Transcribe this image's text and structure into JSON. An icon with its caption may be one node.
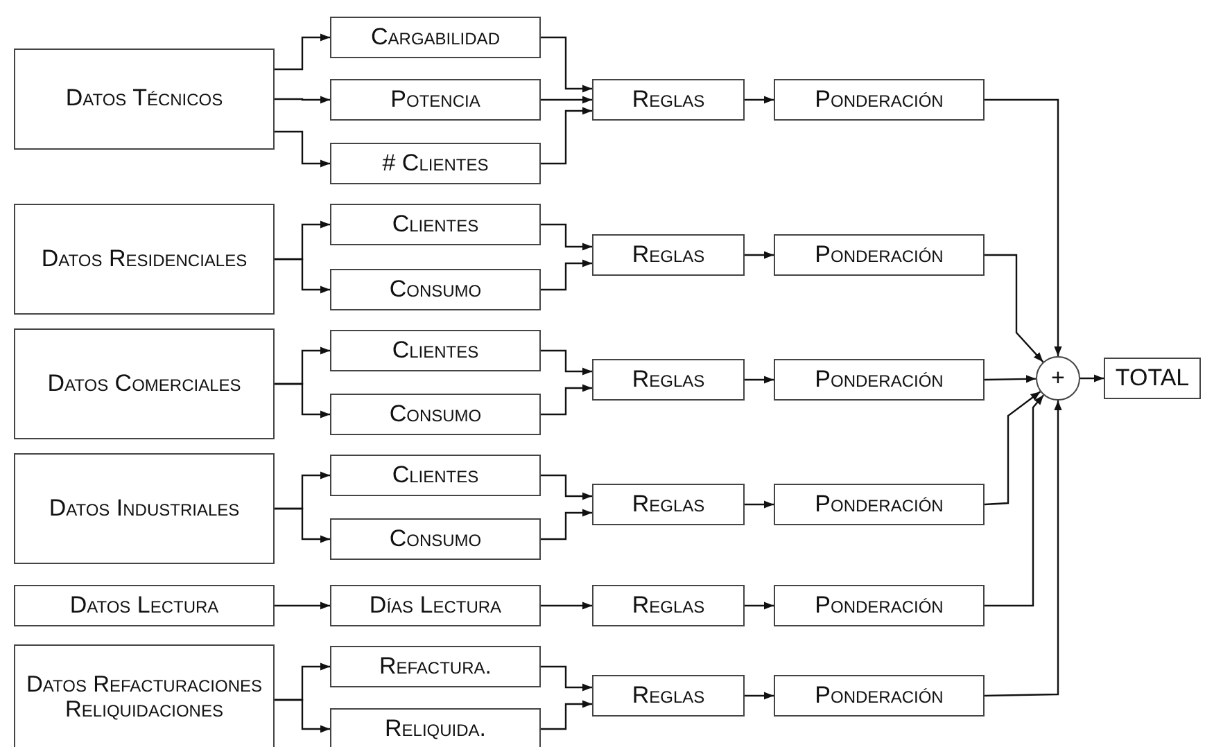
{
  "diagram": {
    "nodes": [
      {
        "text": [
          "Datos Técnicos"
        ]
      },
      {
        "text": [
          "Cargabilidad"
        ]
      },
      {
        "text": [
          "Potencia"
        ]
      },
      {
        "text": [
          "# Clientes"
        ]
      },
      {
        "text": [
          "Reglas"
        ]
      },
      {
        "text": [
          "Ponderación"
        ]
      },
      {
        "text": [
          "Datos Residenciales"
        ]
      },
      {
        "text": [
          "Clientes"
        ]
      },
      {
        "text": [
          "Consumo"
        ]
      },
      {
        "text": [
          "Reglas"
        ]
      },
      {
        "text": [
          "Ponderación"
        ]
      },
      {
        "text": [
          "Datos Comerciales"
        ]
      },
      {
        "text": [
          "Clientes"
        ]
      },
      {
        "text": [
          "Consumo"
        ]
      },
      {
        "text": [
          "Reglas"
        ]
      },
      {
        "text": [
          "Ponderación"
        ]
      },
      {
        "text": [
          "Datos Industriales"
        ]
      },
      {
        "text": [
          "Clientes"
        ]
      },
      {
        "text": [
          "Consumo"
        ]
      },
      {
        "text": [
          "Reglas"
        ]
      },
      {
        "text": [
          "Ponderación"
        ]
      },
      {
        "text": [
          "Datos Lectura"
        ]
      },
      {
        "text": [
          "Días Lectura"
        ]
      },
      {
        "text": [
          "Reglas"
        ]
      },
      {
        "text": [
          "Ponderación"
        ]
      },
      {
        "text": [
          "Datos Refacturaciones Reliquidaciones"
        ]
      },
      {
        "text": [
          "Refactura."
        ]
      },
      {
        "text": [
          "Reliquida."
        ]
      },
      {
        "text": [
          "Reglas"
        ]
      },
      {
        "text": [
          "Ponderación"
        ]
      },
      {
        "text": [
          "+"
        ]
      },
      {
        "text": [
          "TOTAL"
        ]
      }
    ],
    "edges": [
      {
        "from": 0,
        "to": 1,
        "arrow": "to"
      },
      {
        "from": 0,
        "to": 2,
        "arrow": "to"
      },
      {
        "from": 0,
        "to": 3,
        "arrow": "to"
      },
      {
        "from": 1,
        "to": 4,
        "arrow": "to"
      },
      {
        "from": 2,
        "to": 4,
        "arrow": "to"
      },
      {
        "from": 3,
        "to": 4,
        "arrow": "to"
      },
      {
        "from": 4,
        "to": 5,
        "arrow": "to"
      },
      {
        "from": 6,
        "to": 7,
        "arrow": "to"
      },
      {
        "from": 6,
        "to": 8,
        "arrow": "to"
      },
      {
        "from": 7,
        "to": 9,
        "arrow": "to"
      },
      {
        "from": 8,
        "to": 9,
        "arrow": "to"
      },
      {
        "from": 9,
        "to": 10,
        "arrow": "to"
      },
      {
        "from": 11,
        "to": 12,
        "arrow": "to"
      },
      {
        "from": 11,
        "to": 13,
        "arrow": "to"
      },
      {
        "from": 12,
        "to": 14,
        "arrow": "to"
      },
      {
        "from": 13,
        "to": 14,
        "arrow": "to"
      },
      {
        "from": 14,
        "to": 15,
        "arrow": "to"
      },
      {
        "from": 16,
        "to": 17,
        "arrow": "to"
      },
      {
        "from": 16,
        "to": 18,
        "arrow": "to"
      },
      {
        "from": 17,
        "to": 19,
        "arrow": "to"
      },
      {
        "from": 18,
        "to": 19,
        "arrow": "to"
      },
      {
        "from": 19,
        "to": 20,
        "arrow": "to"
      },
      {
        "from": 21,
        "to": 22,
        "arrow": "to"
      },
      {
        "from": 22,
        "to": 23,
        "arrow": "to"
      },
      {
        "from": 23,
        "to": 24,
        "arrow": "to"
      },
      {
        "from": 25,
        "to": 26,
        "arrow": "to"
      },
      {
        "from": 25,
        "to": 27,
        "arrow": "to"
      },
      {
        "from": 26,
        "to": 28,
        "arrow": "to"
      },
      {
        "from": 27,
        "to": 28,
        "arrow": "to"
      },
      {
        "from": 28,
        "to": 29,
        "arrow": "to"
      },
      {
        "from": 5,
        "to": 30,
        "arrow": "to"
      },
      {
        "from": 10,
        "to": 30,
        "arrow": "to"
      },
      {
        "from": 15,
        "to": 30,
        "arrow": "to"
      },
      {
        "from": 20,
        "to": 30,
        "arrow": "to"
      },
      {
        "from": 24,
        "to": 30,
        "arrow": "to"
      },
      {
        "from": 29,
        "to": 30,
        "arrow": "to"
      },
      {
        "from": 30,
        "to": 31,
        "arrow": "to"
      }
    ]
  }
}
